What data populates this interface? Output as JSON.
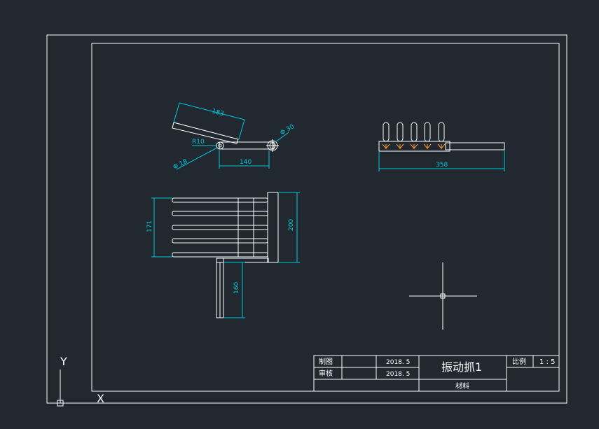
{
  "dimensions": {
    "side_view": {
      "length_arm": "183",
      "phi_right": "Φ 30",
      "radius": "R10",
      "phi_left": "Φ 18",
      "length_base": "140"
    },
    "front_view": {
      "overall_length": "358"
    },
    "top_view": {
      "tines_span": "171",
      "plate_height": "200",
      "handle_length": "160"
    }
  },
  "title_block": {
    "drawn_label": "制图",
    "drawn_date": "2018. 5",
    "check_label": "审核",
    "check_date": "2018. 5",
    "part_name": "振动抓1",
    "scale_label": "比例",
    "scale_value": "1 : 5",
    "material_label": "材料"
  },
  "ucs": {
    "y_label": "Y",
    "x_label": "X"
  },
  "colors": {
    "background": "#212830",
    "geometry": "#ffffff",
    "dimension": "#00c8d8",
    "hatch": "#ff9a2a"
  }
}
